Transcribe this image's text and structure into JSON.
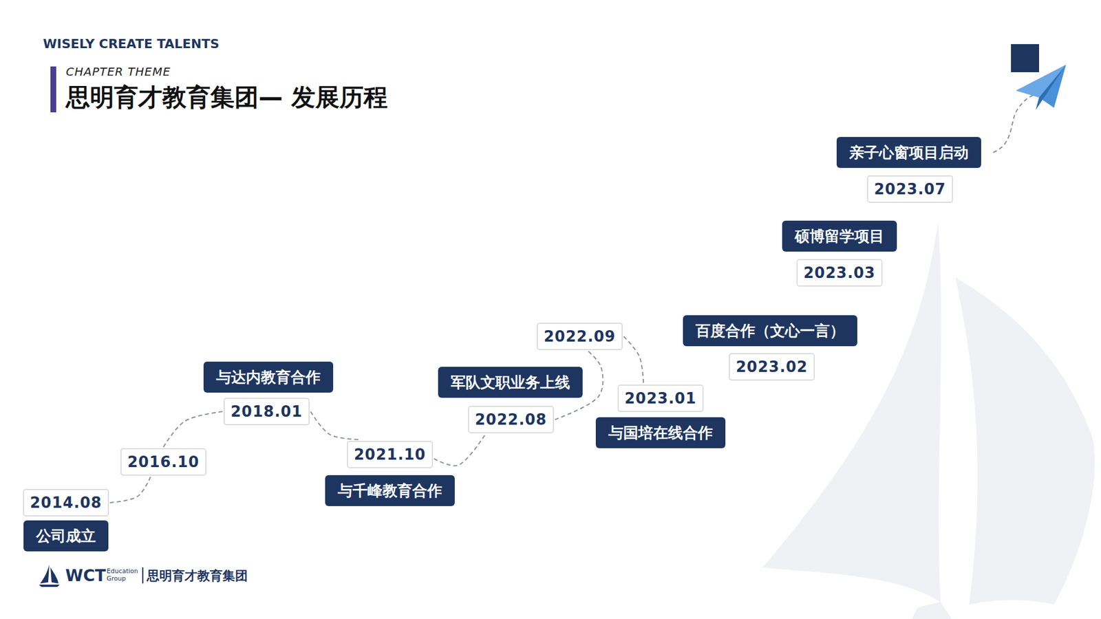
{
  "diagram": {
    "title": "思明育才教育集团— 发展历程",
    "nodes": [
      {
        "text": [
          "公司成立"
        ]
      },
      {
        "text": [
          "2014.08"
        ]
      },
      {
        "text": [
          "2016.10"
        ]
      },
      {
        "text": [
          "2018.01"
        ]
      },
      {
        "text": [
          "与达内教育合作"
        ]
      },
      {
        "text": [
          "2021.10"
        ]
      },
      {
        "text": [
          "与千峰教育合作"
        ]
      },
      {
        "text": [
          "2022.08"
        ]
      },
      {
        "text": [
          "军队文职业务上线"
        ]
      },
      {
        "text": [
          "2022.09"
        ]
      },
      {
        "text": [
          "2023.01"
        ]
      },
      {
        "text": [
          "与国培在线合作"
        ]
      },
      {
        "text": [
          "2023.02"
        ]
      },
      {
        "text": [
          "百度合作（文心一言）"
        ]
      },
      {
        "text": [
          "2023.03"
        ]
      },
      {
        "text": [
          "硕博留学项目"
        ]
      },
      {
        "text": [
          "2023.07"
        ]
      },
      {
        "text": [
          "亲子心窗项目启动"
        ]
      }
    ],
    "edges": [
      {
        "from": 1,
        "to": 2,
        "arrow": "none"
      },
      {
        "from": 2,
        "to": 3,
        "arrow": "none"
      },
      {
        "from": 3,
        "to": 5,
        "arrow": "none"
      },
      {
        "from": 5,
        "to": 7,
        "arrow": "none"
      },
      {
        "from": 7,
        "to": 9,
        "arrow": "none"
      },
      {
        "from": 9,
        "to": 10,
        "arrow": "none"
      }
    ],
    "labels": [
      "WISELY CREATE TALENTS",
      "CHAPTER THEME",
      "WCT",
      "Education Group",
      "思明育才教育集团"
    ]
  }
}
